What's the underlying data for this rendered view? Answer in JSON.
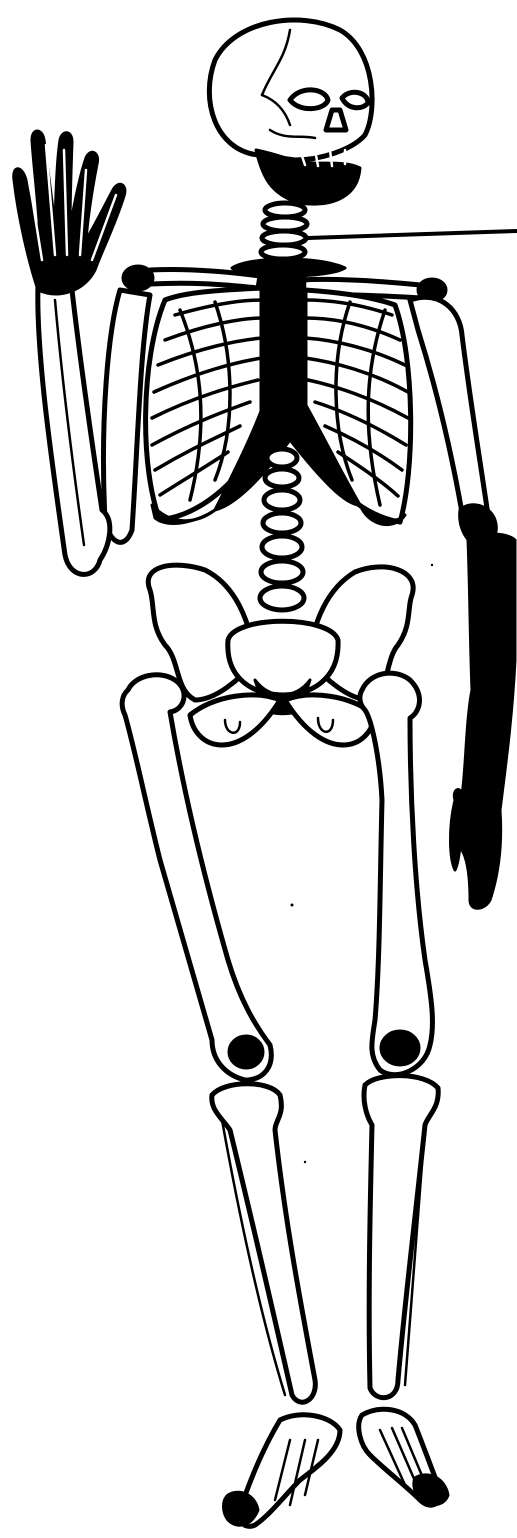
{
  "figure": {
    "background_color": "#ffffff",
    "ink_color": "#000000",
    "shaded_regions": [
      "jaw",
      "clavicle-joints",
      "sternum",
      "right-hand",
      "left-forearm-and-hand",
      "kneecaps",
      "toes"
    ],
    "annotation": {
      "pointer": "leader-line-to-cervical-vertebrae",
      "label": ""
    }
  }
}
